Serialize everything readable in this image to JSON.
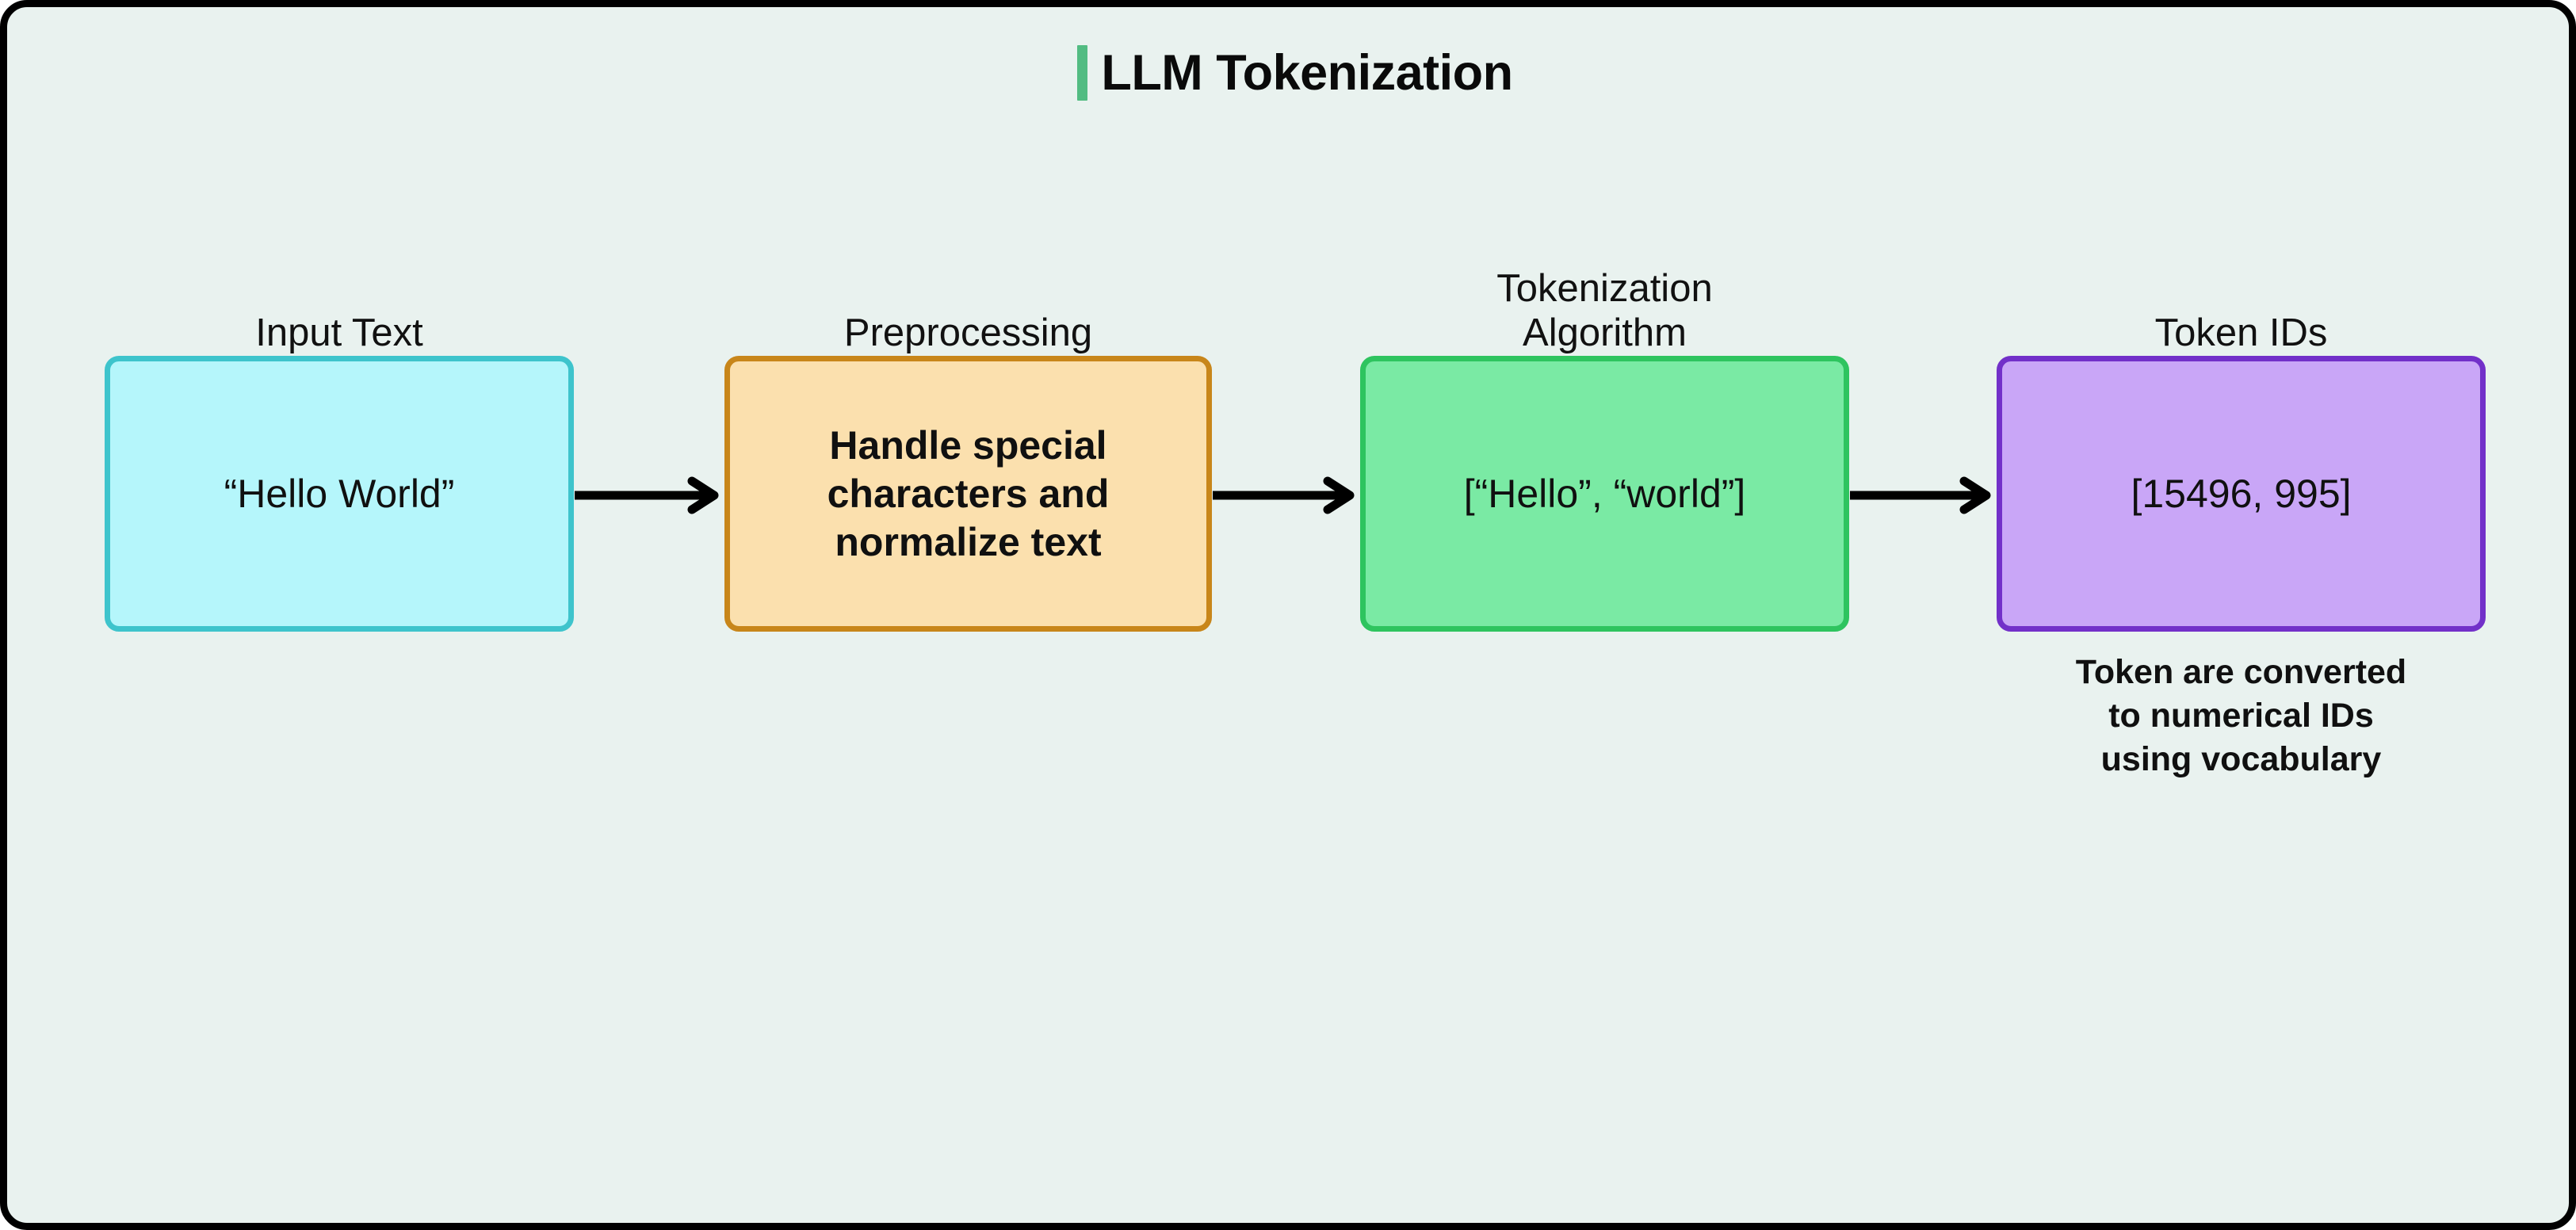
{
  "colors": {
    "page_background": "#e9f2ef",
    "frame_border": "#000000",
    "title_accent": "#52bc82",
    "cyan_fill": "#b5f6fb",
    "cyan_border": "#3ec4cc",
    "orange_fill": "#fbe0ae",
    "orange_border": "#c8861a",
    "green_fill": "#7aeaa4",
    "green_border": "#2ec45f",
    "purple_fill": "#c9a6f7",
    "purple_border": "#7230c9",
    "text": "#101010"
  },
  "title": {
    "text": "LLM Tokenization"
  },
  "flow": {
    "stages": [
      {
        "label": "Input Text",
        "box_text": "“Hello World”",
        "color": "cyan",
        "caption": ""
      },
      {
        "label": "Preprocessing",
        "box_text": "Handle special\ncharacters and\nnormalize text",
        "color": "orange",
        "caption": ""
      },
      {
        "label": "Tokenization\nAlgorithm",
        "box_text": "[“Hello”, “world”]",
        "color": "green",
        "caption": ""
      },
      {
        "label": "Token IDs",
        "box_text": "[15496, 995]",
        "color": "purple",
        "caption": "Token are converted\nto numerical IDs\nusing vocabulary"
      }
    ],
    "arrows": [
      {
        "from": "Input Text",
        "to": "Preprocessing"
      },
      {
        "from": "Preprocessing",
        "to": "Tokenization Algorithm"
      },
      {
        "from": "Tokenization Algorithm",
        "to": "Token IDs"
      }
    ]
  }
}
